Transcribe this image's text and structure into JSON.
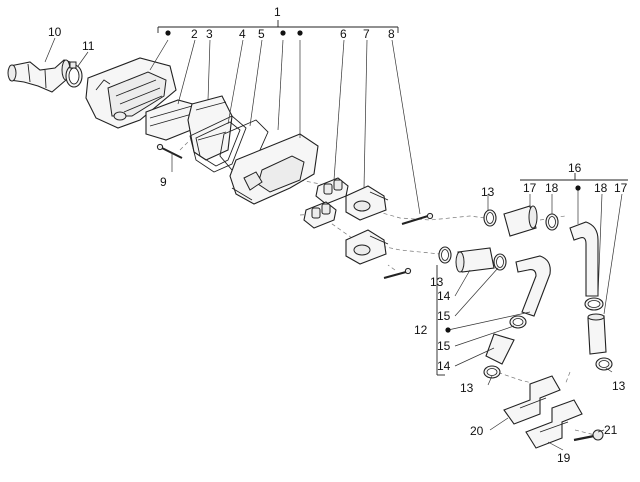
{
  "callouts": {
    "c1": "1",
    "c2": "2",
    "c3": "3",
    "c4": "4",
    "c5": "5",
    "c6": "6",
    "c7": "7",
    "c8": "8",
    "c9": "9",
    "c10": "10",
    "c11": "11",
    "c12": "12",
    "c13a": "13",
    "c13b": "13",
    "c13c": "13",
    "c13d": "13",
    "c14a": "14",
    "c14b": "14",
    "c15a": "15",
    "c15b": "15",
    "c16": "16",
    "c17a": "17",
    "c17b": "17",
    "c18a": "18",
    "c18b": "18",
    "c19": "19",
    "c20": "20",
    "c21": "21"
  }
}
